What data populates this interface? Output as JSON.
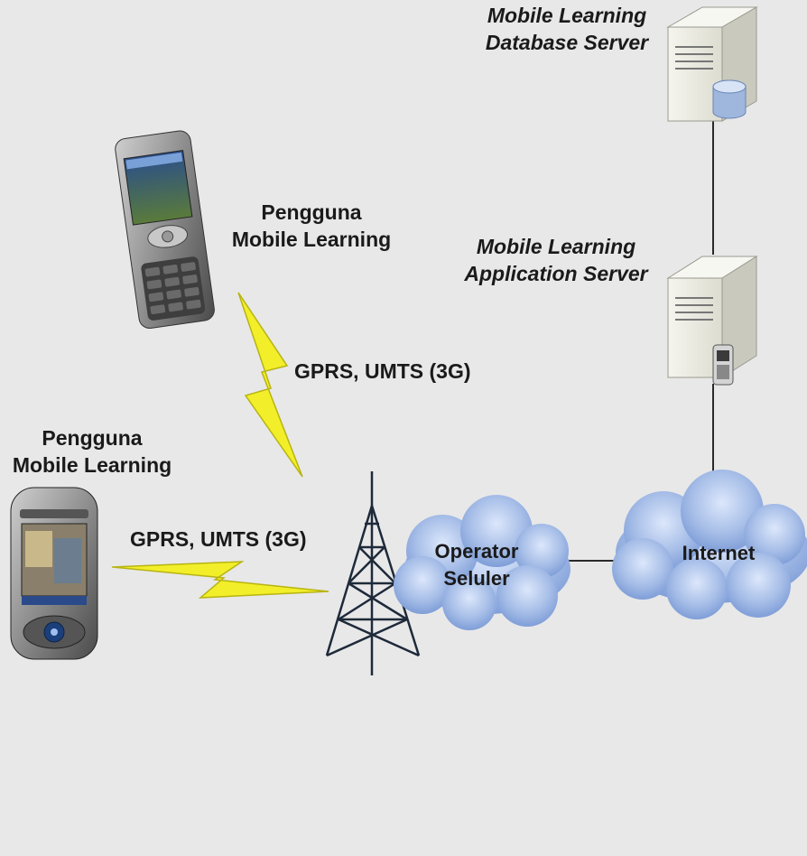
{
  "nodes": {
    "db_server": {
      "line1": "Mobile Learning",
      "line2": "Database Server"
    },
    "app_server": {
      "line1": "Mobile Learning",
      "line2": "Application Server"
    },
    "user_top": {
      "line1": "Pengguna",
      "line2": "Mobile Learning"
    },
    "user_bottom": {
      "line1": "Pengguna",
      "line2": "Mobile Learning"
    },
    "operator": {
      "line1": "Operator",
      "line2": "Seluler"
    },
    "internet": {
      "label": "Internet"
    }
  },
  "links": {
    "wireless_top": "GPRS, UMTS (3G)",
    "wireless_bottom": "GPRS, UMTS (3G)"
  },
  "colors": {
    "background": "#e8e8e8",
    "lightning": "#f2ef2a",
    "cloud": "#a8bfe8",
    "tower": "#1e2a3a",
    "server": "#ecece4",
    "line": "#2a2a2a"
  }
}
